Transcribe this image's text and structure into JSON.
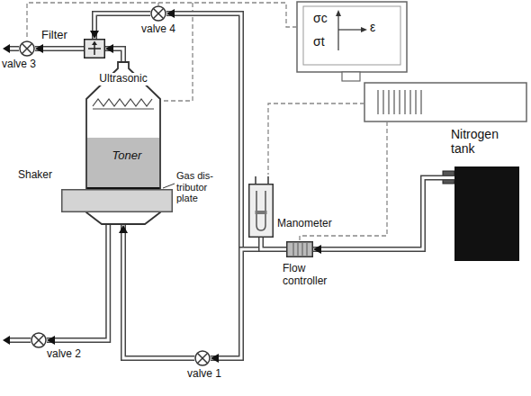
{
  "diagram": {
    "nodes": [
      {
        "text": [
          "Filter"
        ]
      },
      {
        "text": [
          "valve 4"
        ]
      },
      {
        "text": [
          "valve 3"
        ]
      },
      {
        "text": [
          "Ultrasonic",
          "Toner"
        ]
      },
      {
        "text": [
          "Shaker"
        ]
      },
      {
        "text": [
          "valve 2"
        ]
      },
      {
        "text": [
          "valve 1"
        ]
      },
      {
        "text": [
          "Manometer"
        ]
      },
      {
        "text": [
          "Flow controller"
        ]
      },
      {
        "text": [
          "Nitrogen tank"
        ]
      }
    ],
    "edges": [
      {
        "from": 3,
        "to": 0,
        "arrow": "to"
      },
      {
        "from": 1,
        "to": 0,
        "arrow": "to"
      },
      {
        "from": 0,
        "to": 2,
        "arrow": "to"
      },
      {
        "from": 9,
        "to": 8,
        "arrow": "to"
      },
      {
        "from": 8,
        "to": 1,
        "arrow": "to"
      },
      {
        "from": 8,
        "to": 6,
        "arrow": "to"
      },
      {
        "from": 7,
        "to": 8,
        "arrow": "none"
      },
      {
        "from": 6,
        "to": 3,
        "arrow": "to"
      },
      {
        "from": 3,
        "to": 5,
        "arrow": "to"
      }
    ],
    "labels": [
      "Gas dis- tributor plate",
      "σc",
      "σt",
      "ε"
    ]
  }
}
